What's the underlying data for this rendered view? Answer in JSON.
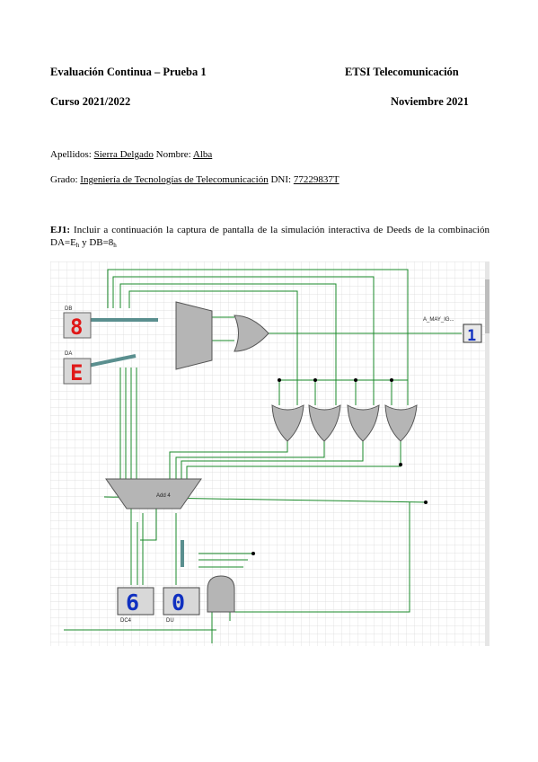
{
  "header": {
    "left1": "Evaluación Continua – Prueba 1",
    "right1": "ETSI Telecomunicación",
    "left2": "Curso 2021/2022",
    "right2": "Noviembre 2021"
  },
  "student": {
    "apellidos_label": "Apellidos:",
    "apellidos": "Sierra Delgado",
    "nombre_label": "Nombre:",
    "nombre": "Alba",
    "grado_label": "Grado:",
    "grado": "Ingeniería de Tecnologías de Telecomunicación",
    "dni_label": "DNI:",
    "dni": "77229837T"
  },
  "exercise": {
    "label": "EJ1:",
    "text_a": "Incluir a continuación la captura de pantalla de la simulación interactiva de Deeds de la combinación DA=E",
    "sub1": "h",
    "text_b": " y DB=8",
    "sub2": "h"
  },
  "circuit": {
    "db_label": "DB",
    "db_value": "8",
    "da_label": "DA",
    "da_value": "E",
    "comparator_out_label": "A_MAY_IG...",
    "comparator_out_value": "1",
    "adder_label": "Add 4",
    "decenas_label": "DC4",
    "unidades_label": "DU",
    "decenas_value": "6",
    "unidades_value": "0",
    "colors": {
      "grid": "#d8d8d8",
      "wire": "#1a8a2a",
      "bus": "#5a8f8f",
      "gate": "#9a9a9a",
      "display_digit_red": "#e01818",
      "display_digit_blue": "#1030c0"
    }
  }
}
